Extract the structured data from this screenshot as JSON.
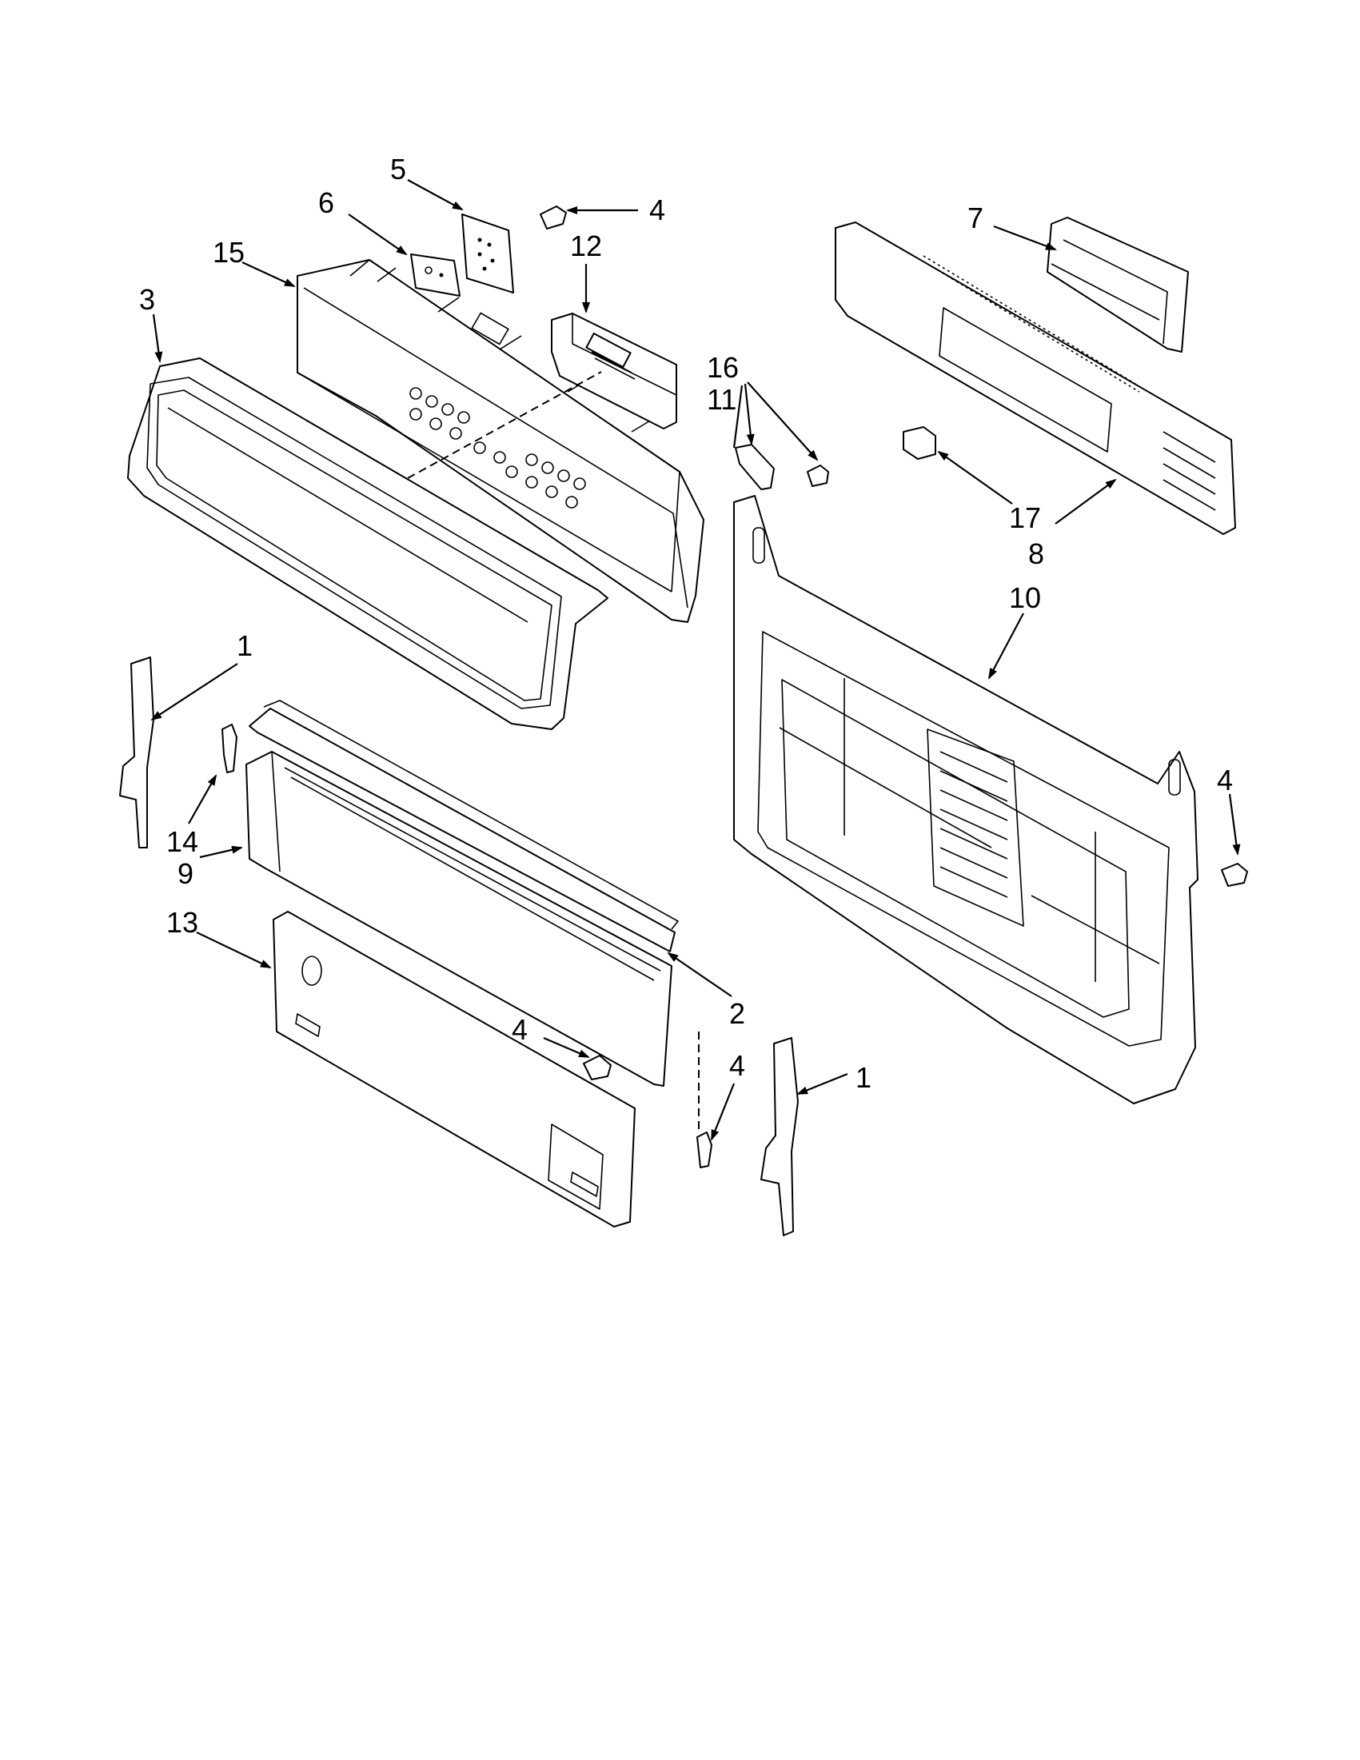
{
  "callouts": {
    "c5": "5",
    "c4_top": "4",
    "c6": "6",
    "c12": "12",
    "c15": "15",
    "c3": "3",
    "c7": "7",
    "c16": "16",
    "c11": "11",
    "c17": "17",
    "c8": "8",
    "c10": "10",
    "c1_left": "1",
    "c14": "14",
    "c9": "9",
    "c13": "13",
    "c4_right": "4",
    "c2": "2",
    "c4_mid": "4",
    "c4_bottom": "4",
    "c1_right": "1"
  }
}
